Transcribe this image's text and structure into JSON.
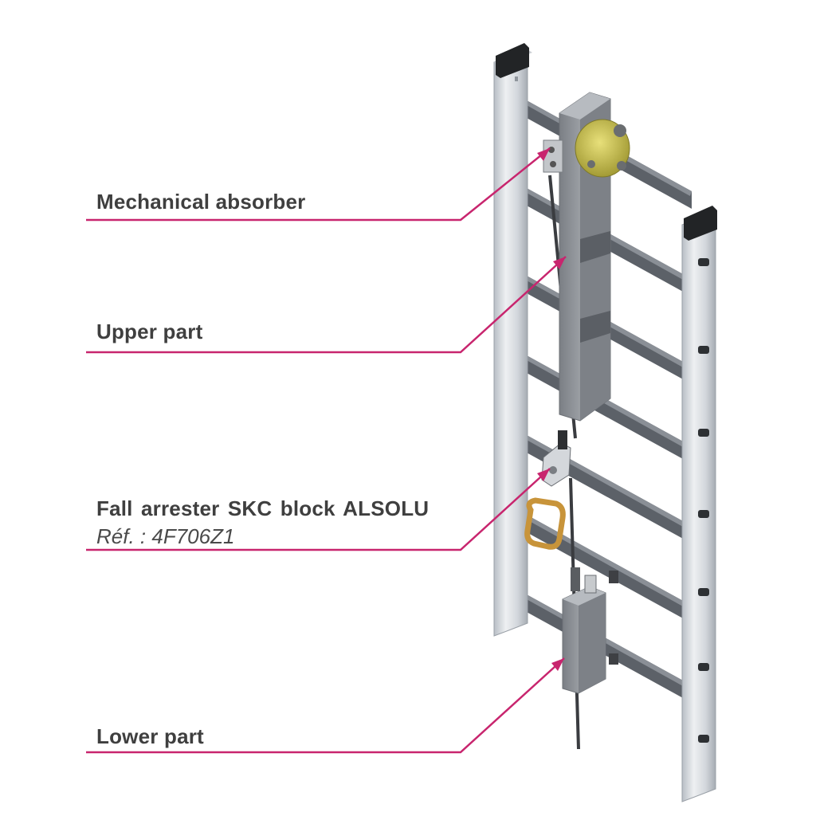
{
  "labels": {
    "mechanical_absorber": "Mechanical absorber",
    "upper_part": "Upper part",
    "fall_arrester": "Fall arrester SKC block ALSOLU",
    "reference": "Réf. : 4F706Z1",
    "lower_part": "Lower part"
  },
  "colors": {
    "leader_line": "#c8256e",
    "label_text": "#3f3f3f",
    "ladder_rail": "#d9dde2",
    "ladder_rail_shadow": "#a9afb6",
    "rung": "#5c6168",
    "box": "#8c9096",
    "absorber_yellow": "#c9c25a",
    "carabiner": "#c8943a"
  }
}
